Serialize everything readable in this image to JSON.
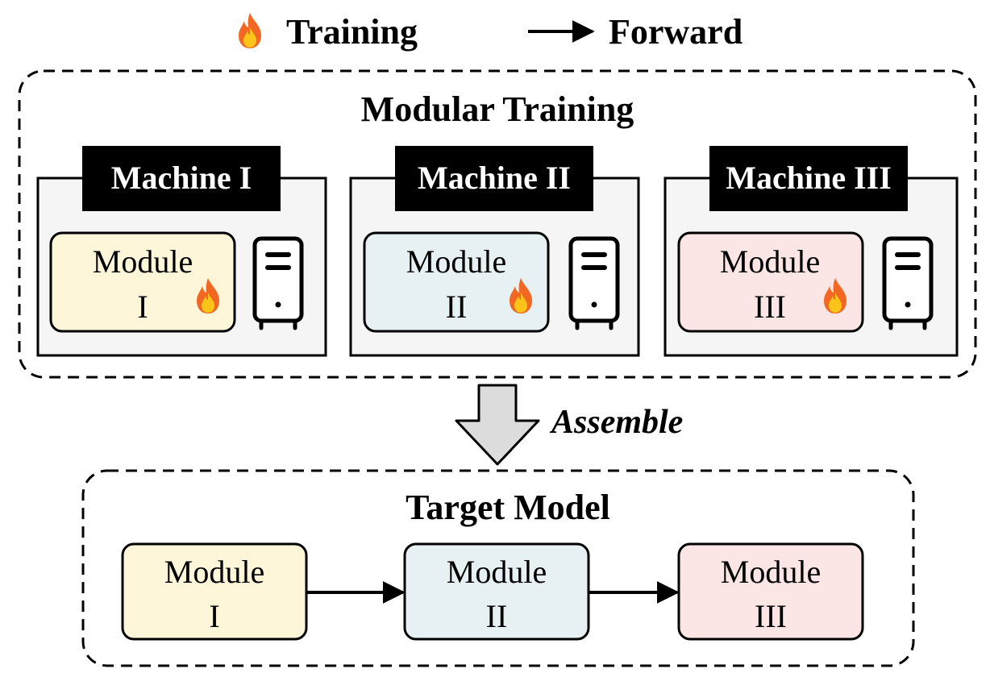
{
  "legend": {
    "training_label": "Training",
    "forward_label": "Forward"
  },
  "modular_training": {
    "title": "Modular Training",
    "machines": [
      {
        "label": "Machine I",
        "module_word": "Module",
        "module_numeral": "I",
        "color": "#fdf6d8"
      },
      {
        "label": "Machine II",
        "module_word": "Module",
        "module_numeral": "II",
        "color": "#e7f1f3"
      },
      {
        "label": "Machine III",
        "module_word": "Module",
        "module_numeral": "III",
        "color": "#fce5e5"
      }
    ]
  },
  "assemble_label": "Assemble",
  "target_model": {
    "title": "Target Model",
    "modules": [
      {
        "module_word": "Module",
        "module_numeral": "I",
        "color": "#fdf6d8"
      },
      {
        "module_word": "Module",
        "module_numeral": "II",
        "color": "#e7f1f3"
      },
      {
        "module_word": "Module",
        "module_numeral": "III",
        "color": "#fce5e5"
      }
    ]
  },
  "colors": {
    "machine_fill": "#f5f5f5",
    "stroke": "#000000",
    "assemble_arrow_fill": "#dcdcdc",
    "flame_outer": "#f26722",
    "flame_inner": "#fcc419"
  },
  "icons": [
    "flame-icon",
    "server-tower-icon",
    "forward-arrow-icon",
    "assemble-down-arrow-icon"
  ]
}
